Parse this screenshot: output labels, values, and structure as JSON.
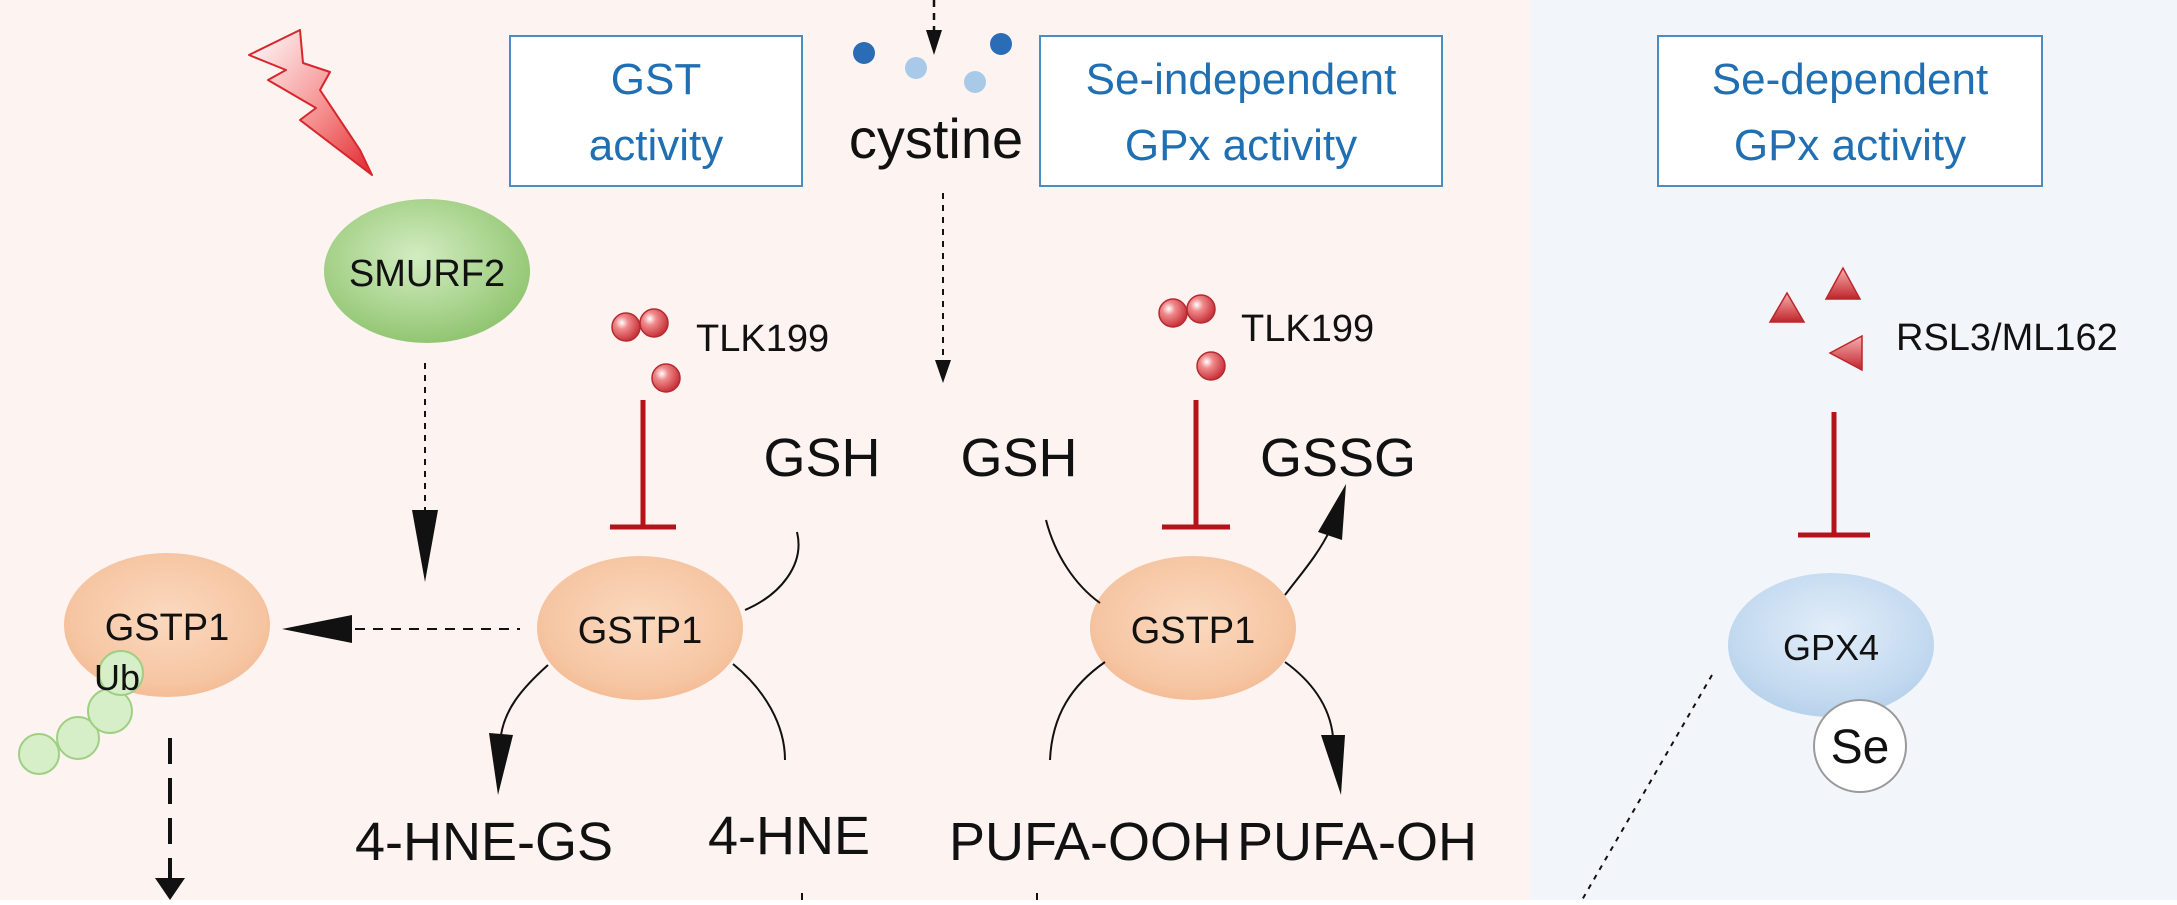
{
  "boxes": {
    "gst": [
      "GST",
      "activity"
    ],
    "se_independent": [
      "Se-independent",
      "GPx  activity"
    ],
    "se_dependent": [
      "Se-dependent",
      "GPx  activity"
    ]
  },
  "labels": {
    "cystine": "cystine",
    "tlk199_left": "TLK199",
    "tlk199_right": "TLK199",
    "rsl3": "RSL3/ML162",
    "gsh_left": "GSH",
    "gsh_right": "GSH",
    "gssg": "GSSG",
    "hne_gs": "4-HNE-GS",
    "hne": "4-HNE",
    "pufa_ooh": "PUFA-OOH",
    "pufa_oh": "PUFA-OH"
  },
  "nodes": {
    "smurf2": "SMURF2",
    "gstp1_ub": "GSTP1",
    "ub": "Ub",
    "gstp1_left": "GSTP1",
    "gstp1_right": "GSTP1",
    "gpx4": "GPX4",
    "se": "Se"
  },
  "colors": {
    "left_bg": "#fdf3f1",
    "right_bg": "#f2f6fb",
    "box_text": "#1f6fb2",
    "box_border": "#4a8dc4",
    "inhibitor": "#b5121b",
    "gstp1_fill": "#f6c9a8",
    "smurf2_fill": "#a6d38a",
    "ub_fill": "#d7efc8",
    "gpx4_fill": "#c6dcf0"
  }
}
